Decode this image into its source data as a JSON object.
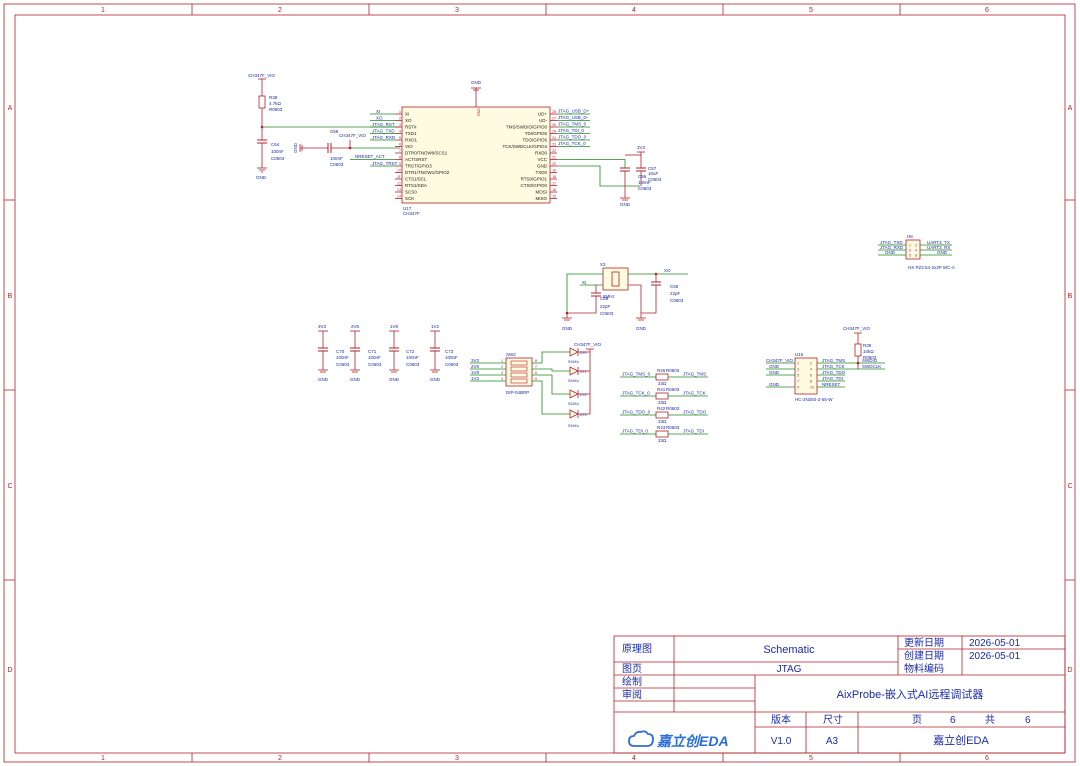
{
  "frame": {
    "cols": [
      "1",
      "2",
      "3",
      "4",
      "5",
      "6"
    ],
    "rows": [
      "A",
      "B",
      "C",
      "D"
    ]
  },
  "colors": {
    "frame": "#b3202a",
    "wire": "#1f8a1f",
    "text_blue": "#1a2aa6",
    "part": "#b3202a",
    "part_fill": "#fffbe0"
  },
  "u17": {
    "ref": "U17",
    "value": "CH347F",
    "left_pins": [
      {
        "num": "1",
        "name": "XI"
      },
      {
        "num": "2",
        "name": "XO"
      },
      {
        "num": "3",
        "name": "RST#"
      },
      {
        "num": "4",
        "name": "TXD1"
      },
      {
        "num": "5",
        "name": "RXD1"
      },
      {
        "num": "6",
        "name": "VIO"
      },
      {
        "num": "7",
        "name": "DTR0/TNOW0/SCS1"
      },
      {
        "num": "8",
        "name": "ACT/SRST"
      },
      {
        "num": "9",
        "name": "TRST/GPIO3"
      },
      {
        "num": "10",
        "name": "DTR1/TNOW1/GPIO2"
      },
      {
        "num": "11",
        "name": "CTS1/SCL"
      },
      {
        "num": "12",
        "name": "RTS1/SDA"
      },
      {
        "num": "13",
        "name": "SCS0"
      },
      {
        "num": "14",
        "name": "SCK"
      }
    ],
    "right_pins": [
      {
        "num": "28",
        "name": "UD+"
      },
      {
        "num": "27",
        "name": "UD-"
      },
      {
        "num": "26",
        "name": "TMS/SWDIO/GPIO0"
      },
      {
        "num": "25",
        "name": "TDI/GPIO5"
      },
      {
        "num": "24",
        "name": "TDO/GPIO6"
      },
      {
        "num": "23",
        "name": "TCK/SWDCLK/GPIO4"
      },
      {
        "num": "22",
        "name": "RXD0"
      },
      {
        "num": "21",
        "name": "VCC"
      },
      {
        "num": "20",
        "name": "GND"
      },
      {
        "num": "19",
        "name": "TXD0"
      },
      {
        "num": "18",
        "name": "RTS0/GPIO1"
      },
      {
        "num": "17",
        "name": "CTS0/GPIO0"
      },
      {
        "num": "16",
        "name": "MOSI"
      },
      {
        "num": "15",
        "name": "MISO"
      }
    ],
    "gnd_pad": "GND",
    "pad_label": "PAD",
    "left_nets": [
      "XI",
      "XO",
      "JTAG_RST",
      "JTAG_TXD",
      "JTAG_RXD",
      "",
      "",
      "NRESET_ACT",
      "JTAG_TRST"
    ],
    "right_nets": [
      "JTAG_USB_D+",
      "JTAG_USB_D-",
      "JTAG_TMS_0",
      "JTAG_TDI_0",
      "JTAG_TDO_0",
      "JTAG_TCK_0"
    ]
  },
  "r38": {
    "ref": "R38",
    "value": "4.7kΩ",
    "pkg": "R0603",
    "net": "CH347F_VIO"
  },
  "c64": {
    "ref": "C64",
    "value": "100nF",
    "pkg": "C0603",
    "gnd": "GND"
  },
  "c65": {
    "ref": "C65",
    "value": "100nF",
    "pkg": "C0603",
    "gnd": "GND",
    "net": "CH347F_VIO"
  },
  "c57": {
    "ref": "C57",
    "value": "10uF",
    "pkg": "C0603",
    "net": "3V3",
    "gnd": "GND"
  },
  "c56": {
    "ref": "C56",
    "value": "100nF",
    "pkg": "C0603"
  },
  "x3": {
    "ref": "X3",
    "value": "8MHz",
    "net_xi": "XI",
    "net_xo": "XO",
    "gnd": "GND"
  },
  "c58": {
    "ref": "C58",
    "value": "22pF",
    "pkg": "C0603"
  },
  "c59": {
    "ref": "C59",
    "value": "22pF",
    "pkg": "C0603"
  },
  "h8": {
    "ref": "H8",
    "value": "HX PZ2.54-2x3P WC-A",
    "left_nets": [
      "JTAG_TXD",
      "JTAG_RXD",
      "GND"
    ],
    "right_nets": [
      "UART3_TX",
      "UART3_RX",
      "GND"
    ],
    "pins_left": [
      "1",
      "3",
      "5"
    ],
    "pins_right": [
      "2",
      "4",
      "6"
    ]
  },
  "caps_bottom": [
    {
      "ref": "C70",
      "value": "100nF",
      "pkg": "C0603",
      "net": "3V3",
      "gnd": "GND"
    },
    {
      "ref": "C71",
      "value": "100nF",
      "pkg": "C0603",
      "net": "2V5",
      "gnd": "GND"
    },
    {
      "ref": "C72",
      "value": "100nF",
      "pkg": "C0603",
      "net": "1V8",
      "gnd": "GND"
    },
    {
      "ref": "C73",
      "value": "100nF",
      "pkg": "C0603",
      "net": "1V2",
      "gnd": "GND"
    }
  ],
  "sw2": {
    "ref": "SW2",
    "value": "DIP-04BRP",
    "inputs": [
      "3V3",
      "2V5",
      "1V8",
      "1V2"
    ],
    "left_pins": [
      "1",
      "2",
      "3",
      "4"
    ],
    "right_pins": [
      "8",
      "7",
      "6",
      "5"
    ]
  },
  "diodes": [
    {
      "ref": "D70",
      "value": "SS4Ks"
    },
    {
      "ref": "D71",
      "value": "SS4Ks"
    },
    {
      "ref": "D72",
      "value": "SS4Ks"
    },
    {
      "ref": "D73",
      "value": "SS4Ks"
    }
  ],
  "diode_net": "CH347F_VIO",
  "series_res": [
    {
      "ref": "R46",
      "pkg": "R0603",
      "value": "33Ω",
      "in": "JTAG_TMS_0",
      "out": "JTAG_TMS"
    },
    {
      "ref": "R41",
      "pkg": "R0603",
      "value": "33Ω",
      "in": "JTAG_TCK_0",
      "out": "JTAG_TCK"
    },
    {
      "ref": "R42",
      "pkg": "R0603",
      "value": "33Ω",
      "in": "JTAG_TDO_0",
      "out": "JTAG_TDO"
    },
    {
      "ref": "R43",
      "pkg": "R0603",
      "value": "33Ω",
      "in": "JTAG_TDI_0",
      "out": "JTAG_TDI"
    }
  ],
  "u15": {
    "ref": "U15",
    "value": "HC-2N284-2-55-W",
    "left_nets": [
      "CH347F_VIO",
      "GND",
      "GND",
      "",
      "GND"
    ],
    "right_nets": [
      "JTAG_TMS",
      "JTAG_TCK",
      "JTAG_TDO",
      "JTAG_TDI",
      "NRESET"
    ],
    "pins_left": [
      "1",
      "3",
      "5",
      "7",
      "9"
    ],
    "pins_right": [
      "2",
      "4",
      "6",
      "8",
      "10"
    ]
  },
  "r39": {
    "ref": "R39",
    "value": "10kΩ",
    "pkg": "R0603",
    "net": "CH347F_VIO",
    "out_nets": [
      "SWDIO",
      "SWDCLK"
    ]
  },
  "title_block": {
    "schematic_label": "原理图",
    "schematic_value": "Schematic",
    "update_label": "更新日期",
    "update_value": "2026-05-01",
    "create_label": "创建日期",
    "create_value": "2026-05-01",
    "page_label": "图页",
    "page_value": "JTAG",
    "material_label": "物料编码",
    "material_value": "",
    "draw_label": "绘制",
    "review_label": "审阅",
    "project_title": "AixProbe-嵌入式AI远程调试器",
    "version_label": "版本",
    "size_label": "尺寸",
    "version_value": "V1.0",
    "size_value": "A3",
    "page_of_label": "页",
    "page_num": "6",
    "total_label": "共",
    "total_num": "6",
    "company": "嘉立创EDA",
    "logo_text": "嘉立创EDA"
  }
}
